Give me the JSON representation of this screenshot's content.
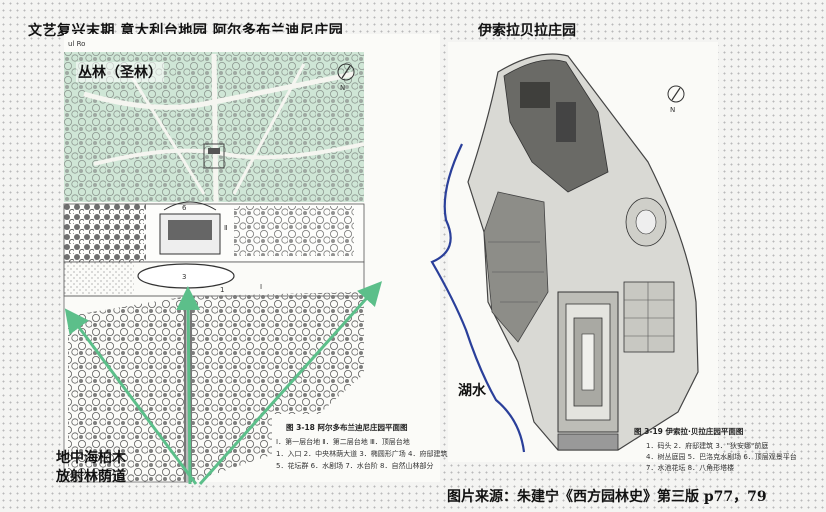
{
  "slide": {
    "title_left": "文艺复兴末期  意大利台地园  阿尔多布兰迪尼庄园",
    "title_right": "伊索拉贝拉庄园",
    "source": "图片来源：朱建宁《西方园林史》第三版 p77，79",
    "forest_label": "丛林（圣林）",
    "lake_label": "湖水",
    "path_label_line1": "地中海柏木",
    "path_label_line2": "放射林荫道"
  },
  "left_plan": {
    "figure_title": "图 3-18  阿尔多布兰迪尼庄园平面图",
    "legend_line1": "Ⅰ．第一层台地   Ⅱ．第二层台地   Ⅲ．顶层台地",
    "legend_line2": "1．入口   2．中央林荫大道   3．椭圆形广场   4．府邸建筑",
    "legend_line3": "5．花坛群   6．水剧场   7．水台阶   8．自然山林部分",
    "markers": [
      "Ⅰ",
      "Ⅱ",
      "1",
      "3",
      "6"
    ],
    "north": "N",
    "top_scrawl": "ul Ro"
  },
  "right_plan": {
    "figure_title": "图 3-19  伊索拉·贝拉庄园平面图",
    "legend_line1": "1．码头   2．府邸建筑   3．\"狄安娜\"前庭",
    "legend_line2": "4．树丛庭园   5．巴洛克水剧场   6．顶层观景平台",
    "legend_line3": "7．水池花坛   8．八角形塔楼",
    "north": "N"
  },
  "colors": {
    "forest_tint": "#cfe6d6",
    "arrow_green": "#5cbf8a",
    "lake_line": "#2a3f9a",
    "ink": "#3a3a3a"
  }
}
